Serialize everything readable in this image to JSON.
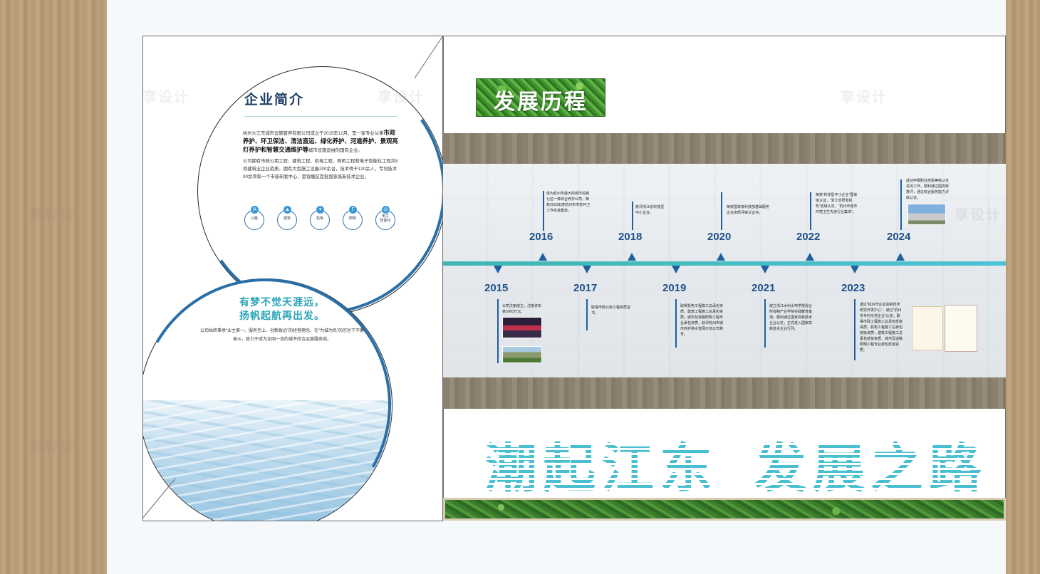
{
  "intro": {
    "title": "企业简介",
    "para1_start": "杭州大江东城市设施管养有限公司成立于2015年12月，是一家专业从事",
    "para1_bold": "市政养护、环卫保洁、清洁直运、绿化养护、河道养护、景观亮灯养护和智慧交通维护等",
    "para1_end": "城市设施运维的国有企业。",
    "para2": "公司拥有市政公用工程、建筑工程、机电工程、照明工程和电子智能化工程共5项建筑业企业资质，拥有大型施工设备200余台，技术骨干120余人，专利技术30余项和一个市级研发中心，是钱塘区首批国家高新技术企业。",
    "categories": [
      "公路",
      "建筑",
      "机电",
      "照明",
      "电子\n智能化"
    ]
  },
  "slogan": {
    "line1": "有梦不觉天涯远，",
    "line2": "扬帆起航再出发。",
    "text": "公司始终秉承“业主第一、服务至上、创新致远”的经营理念，在“为城为民”的宗旨下不懈奋斗，致力于成为全国一流的城市综合运营服务商。"
  },
  "timeline": {
    "title": "发展历程",
    "above": [
      {
        "year": "2016",
        "note": "成为杭州市最大的城市设施七位一体综合养护公司，荣获2016年度杭州市市容环卫工作先进集体。"
      },
      {
        "year": "2018",
        "note": "获评浙江省科技型中小企业。"
      },
      {
        "year": "2020",
        "note": "荣获国家级科技部基础服务企业资质评审认证书。"
      },
      {
        "year": "2022",
        "note": "荣获“科技型中小企业”国家级认证，“浙江省研发机构”省级认定，“杭州市城市环境卫生先进行业集体”。"
      },
      {
        "year": "2024",
        "note": "成功申报职业技能等级认定试点工作，顺利通过国高新复评，通过综合服务能力评级认证。"
      }
    ],
    "below": [
      {
        "year": "2015",
        "note": "公司注册成立，注册资本金5000万元。"
      },
      {
        "year": "2017",
        "note": "取得市政公用工程资质证书。"
      },
      {
        "year": "2019",
        "note": "取得机电工程施工总承包资质、建筑工程施工总承包资质，城市及道路照明工程专业承包资质，获评杭州市城市养护排水管网示范公司称号。"
      },
      {
        "year": "2021",
        "note": "成立浙江水利水电学院混合所有制产业学院实践教育基地；顺利通过国家高新技术企业认定，正式进入国家高新技术企业行列。"
      },
      {
        "year": "2023",
        "note": "通过“杭州市企业高新技术研究开发中心”、通过“杭州市专利示范企业”认定，取得市政工程施工总承包贰级资质、机电工程施工总承包贰级资质，建筑工程施工总承包贰级资质、城市及道路照明工程专业承包贰级资质。"
      }
    ]
  },
  "bottom_slogan": {
    "left": "潮起江东",
    "right": "发展之路"
  },
  "watermark": "享设计",
  "colors": {
    "accent_blue": "#1f5fa0",
    "teal": "#3fb6b0",
    "slogan_teal": "#2aa4b8",
    "green": "#4f9a3a"
  }
}
